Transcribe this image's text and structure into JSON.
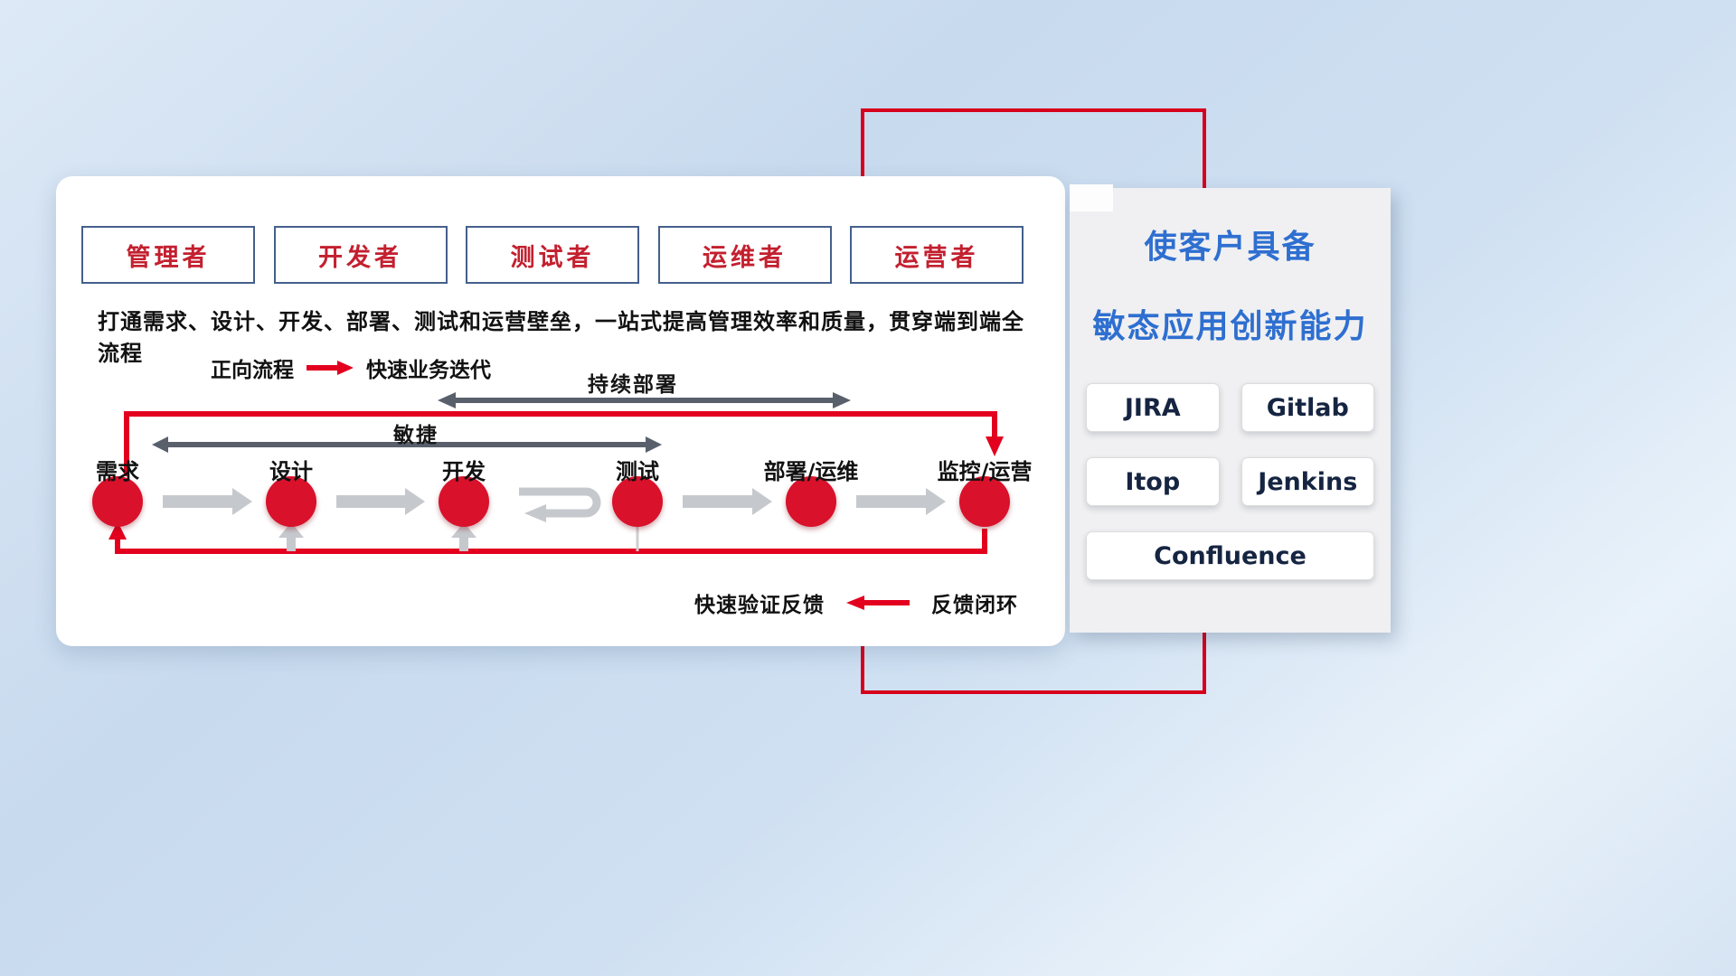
{
  "roles": [
    "管理者",
    "开发者",
    "测试者",
    "运维者",
    "运营者"
  ],
  "subtitle": "打通需求、设计、开发、部署、测试和运营壁垒，一站式提高管理效率和质量，贯穿端到端全流程",
  "legend": {
    "forward_label": "正向流程",
    "forward_desc": "快速业务迭代"
  },
  "flow": {
    "stages": [
      "需求",
      "设计",
      "开发",
      "测试",
      "部署/运维",
      "监控/运营"
    ],
    "agile_label": "敏捷",
    "continuous_deploy_label": "持续部署",
    "feedback_text": "快速验证反馈",
    "feedback_legend": "反馈闭环"
  },
  "right_panel": {
    "title_line1": "使客户具备",
    "title_line2": "敏态应用创新能力",
    "tools": [
      "JIRA",
      "Gitlab",
      "Itop",
      "Jenkins",
      "Confluence"
    ]
  },
  "colors": {
    "accent_red": "#d6001c",
    "circle_red": "#d9112b",
    "title_blue": "#2e6fd0",
    "dark_arrow": "#59606c",
    "light_arrow": "#c5c9cd"
  }
}
